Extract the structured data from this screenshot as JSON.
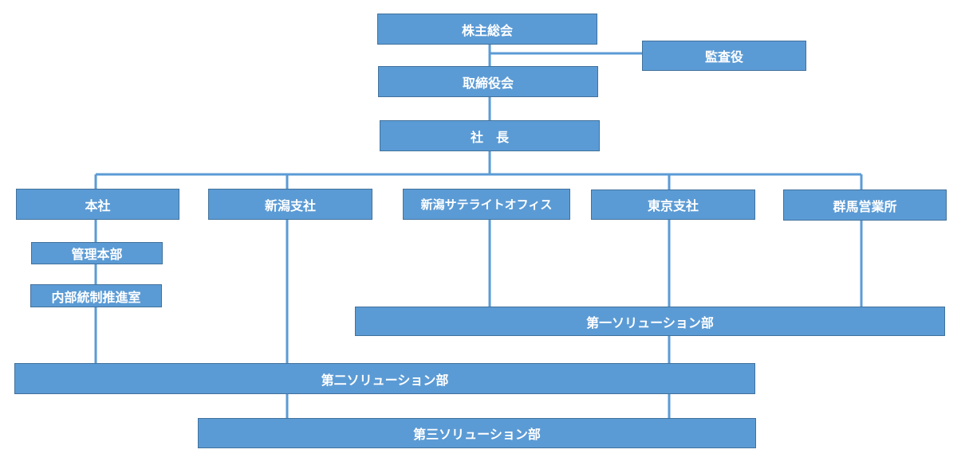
{
  "colors": {
    "box_fill": "#5b9bd5",
    "box_border": "#41719c",
    "line": "#5b9bd5",
    "text": "#ffffff"
  },
  "nodes": {
    "shareholders": "株主総会",
    "auditor": "監査役",
    "board": "取締役会",
    "president": "社　長",
    "honsha": "本社",
    "niigata_branch": "新潟支社",
    "niigata_satellite": "新潟サテライトオフィス",
    "tokyo_branch": "東京支社",
    "gunma_office": "群馬営業所",
    "admin_division": "管理本部",
    "internal_control": "内部統制推進室",
    "solution_1": "第一ソリューション部",
    "solution_2": "第二ソリューション部",
    "solution_3": "第三ソリューション部"
  }
}
